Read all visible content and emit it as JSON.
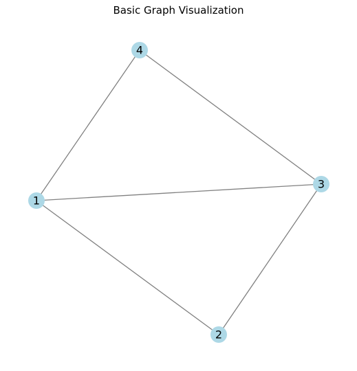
{
  "title": "Basic Graph Visualization",
  "colors": {
    "node_fill": "#add8e6",
    "edge_stroke": "#808080",
    "label": "#000000",
    "background": "#ffffff"
  },
  "graph": {
    "nodes": [
      {
        "id": "1",
        "label": "1"
      },
      {
        "id": "2",
        "label": "2"
      },
      {
        "id": "3",
        "label": "3"
      },
      {
        "id": "4",
        "label": "4"
      }
    ],
    "edges": [
      {
        "source": "1",
        "target": "4"
      },
      {
        "source": "1",
        "target": "3"
      },
      {
        "source": "1",
        "target": "2"
      },
      {
        "source": "4",
        "target": "3"
      },
      {
        "source": "3",
        "target": "2"
      }
    ]
  }
}
